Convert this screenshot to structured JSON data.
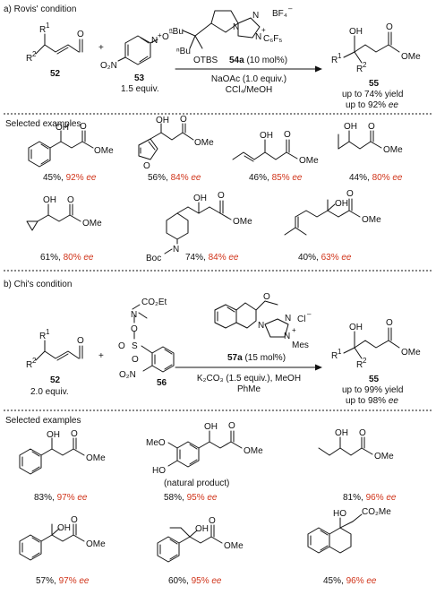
{
  "section_a": {
    "title": "a) Rovis' condition",
    "substrate_52": {
      "r1": "R",
      "r1_sup": "1",
      "r2": "R",
      "r2_sup": "2",
      "oxygen": "O",
      "label": "52"
    },
    "plus": "+",
    "oxidant_53": {
      "n_oxide": "N",
      "n_sup": "+",
      "o_minus": "O",
      "o_sup": "–",
      "nitro": "O₂N",
      "label": "53",
      "equiv": "1.5 equiv."
    },
    "catalyst_54a": {
      "nbu_1": "ⁿBu",
      "nbu_2": "ⁿBu",
      "otbs": "OTBS",
      "n_plus": "N",
      "n_charge": "+",
      "c6f5": "C₆F₅",
      "bf4": "BF₄",
      "bf4_sup": "–",
      "n_top": "N",
      "n_ring": "N",
      "label_bold": "54a",
      "label_rest": " (10 mol%)"
    },
    "conditions": [
      "NaOAc (1.0 equiv.)",
      "CCl₄/MeOH"
    ],
    "product_55": {
      "oh": "OH",
      "r1": "R",
      "r1_sup": "1",
      "r2": "R",
      "r2_sup": "2",
      "carbonyl_o": "O",
      "ome": "OMe",
      "label": "55",
      "yield_line": "up to 74% yield",
      "ee_prefix": "up to 92% ",
      "ee_word": "ee"
    },
    "examples_title": "Selected examples",
    "examples": [
      {
        "yield": "45%, ",
        "ee_value": "92% ",
        "ee_word": "ee",
        "oh": "OH",
        "o": "O",
        "ome": "OMe"
      },
      {
        "yield": "56%, ",
        "ee_value": "84% ",
        "ee_word": "ee",
        "oh": "OH",
        "o": "O",
        "ome": "OMe",
        "ring_o": "O"
      },
      {
        "yield": "46%, ",
        "ee_value": "85% ",
        "ee_word": "ee",
        "oh": "OH",
        "o": "O",
        "ome": "OMe"
      },
      {
        "yield": "44%, ",
        "ee_value": "80% ",
        "ee_word": "ee",
        "oh": "OH",
        "o": "O",
        "ome": "OMe"
      },
      {
        "yield": "61%, ",
        "ee_value": "80% ",
        "ee_word": "ee",
        "oh": "OH",
        "o": "O",
        "ome": "OMe"
      },
      {
        "yield": "74%, ",
        "ee_value": "84% ",
        "ee_word": "ee",
        "oh": "OH",
        "o": "O",
        "ome": "OMe",
        "boc": "Boc",
        "n": "N"
      },
      {
        "yield": "40%, ",
        "ee_value": "63% ",
        "ee_word": "ee",
        "oh": "OH",
        "o": "O",
        "ome": "OMe"
      }
    ]
  },
  "section_b": {
    "title": "b) Chi's condition",
    "substrate_52": {
      "r1": "R",
      "r1_sup": "1",
      "r2": "R",
      "r2_sup": "2",
      "oxygen": "O",
      "label": "52",
      "equiv": "2.0 equiv."
    },
    "plus": "+",
    "reagent_56": {
      "co2et": "CO₂Et",
      "n": "N",
      "o_link": "O",
      "s": "S",
      "so_o1": "O",
      "so_o2": "O",
      "nitro": "O₂N",
      "label": "56"
    },
    "catalyst_57a": {
      "o_ring": "O",
      "n1": "N",
      "n2": "N",
      "n3": "N",
      "n_charge": "+",
      "mes": "Mes",
      "cl": "Cl",
      "cl_sup": "–",
      "label_bold": "57a",
      "label_rest": " (15 mol%)"
    },
    "conditions": [
      "K₂CO₃ (1.5 equiv.), MeOH",
      "PhMe"
    ],
    "product_55": {
      "oh": "OH",
      "r1": "R",
      "r1_sup": "1",
      "r2": "R",
      "r2_sup": "2",
      "carbonyl_o": "O",
      "ome": "OMe",
      "label": "55",
      "yield_line": "up to 99% yield",
      "ee_prefix": "up to 98% ",
      "ee_word": "ee"
    },
    "examples_title": "Selected examples",
    "examples": [
      {
        "yield": "83%, ",
        "ee_value": "97% ",
        "ee_word": "ee",
        "oh": "OH",
        "o": "O",
        "ome": "OMe"
      },
      {
        "yield": "58%, ",
        "ee_value": "95% ",
        "ee_word": "ee",
        "oh": "OH",
        "o": "O",
        "ome": "OMe",
        "meo": "MeO",
        "ho": "HO",
        "note": "(natural product)"
      },
      {
        "yield": "81%, ",
        "ee_value": "96% ",
        "ee_word": "ee",
        "oh": "OH",
        "o": "O",
        "ome": "OMe"
      },
      {
        "yield": "57%, ",
        "ee_value": "97% ",
        "ee_word": "ee",
        "oh": "OH",
        "o": "O",
        "ome": "OMe"
      },
      {
        "yield": "60%, ",
        "ee_value": "95% ",
        "ee_word": "ee",
        "oh": "OH",
        "o": "O",
        "ome": "OMe"
      },
      {
        "yield": "45%, ",
        "ee_value": "96% ",
        "ee_word": "ee",
        "ho": "HO",
        "co2me": "CO₂Me"
      }
    ]
  },
  "colors": {
    "ee_accent": "#d0341a",
    "ink": "#111111"
  }
}
